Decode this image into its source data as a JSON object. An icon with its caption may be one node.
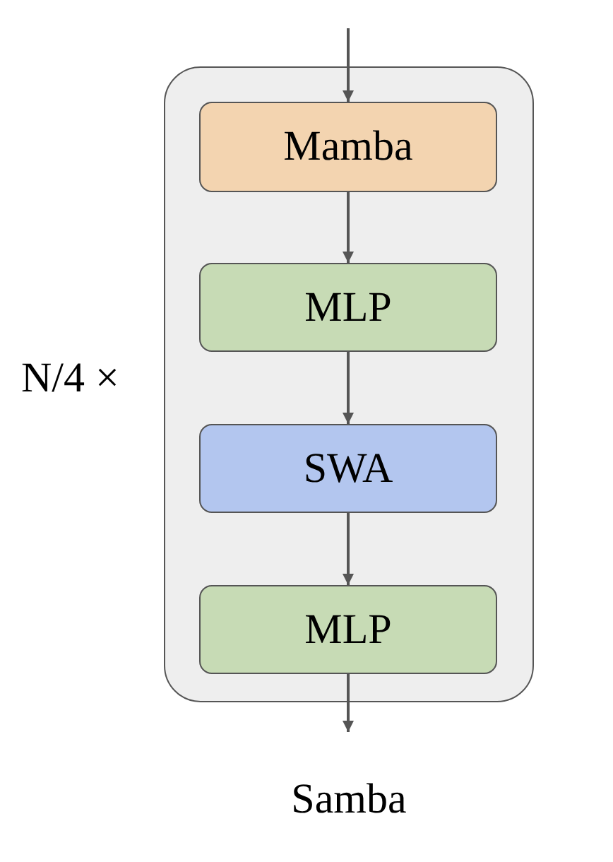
{
  "diagram": {
    "caption": "Samba",
    "nodes": [
      {
        "text": [],
        "shape": "box",
        "beside": [
          "N/4 ×"
        ]
      },
      {
        "text": [
          "Mamba"
        ],
        "in": 0
      },
      {
        "text": [
          "MLP"
        ],
        "in": 0
      },
      {
        "text": [
          "SWA"
        ],
        "in": 0
      },
      {
        "text": [
          "MLP"
        ],
        "in": 0
      }
    ],
    "edges": [
      {
        "from": null,
        "to": 1,
        "arrow": "to"
      },
      {
        "from": 1,
        "to": 2,
        "arrow": "to"
      },
      {
        "from": 2,
        "to": 3,
        "arrow": "to"
      },
      {
        "from": 3,
        "to": 4,
        "arrow": "to"
      },
      {
        "from": 4,
        "to": null,
        "arrow": "to"
      }
    ]
  }
}
